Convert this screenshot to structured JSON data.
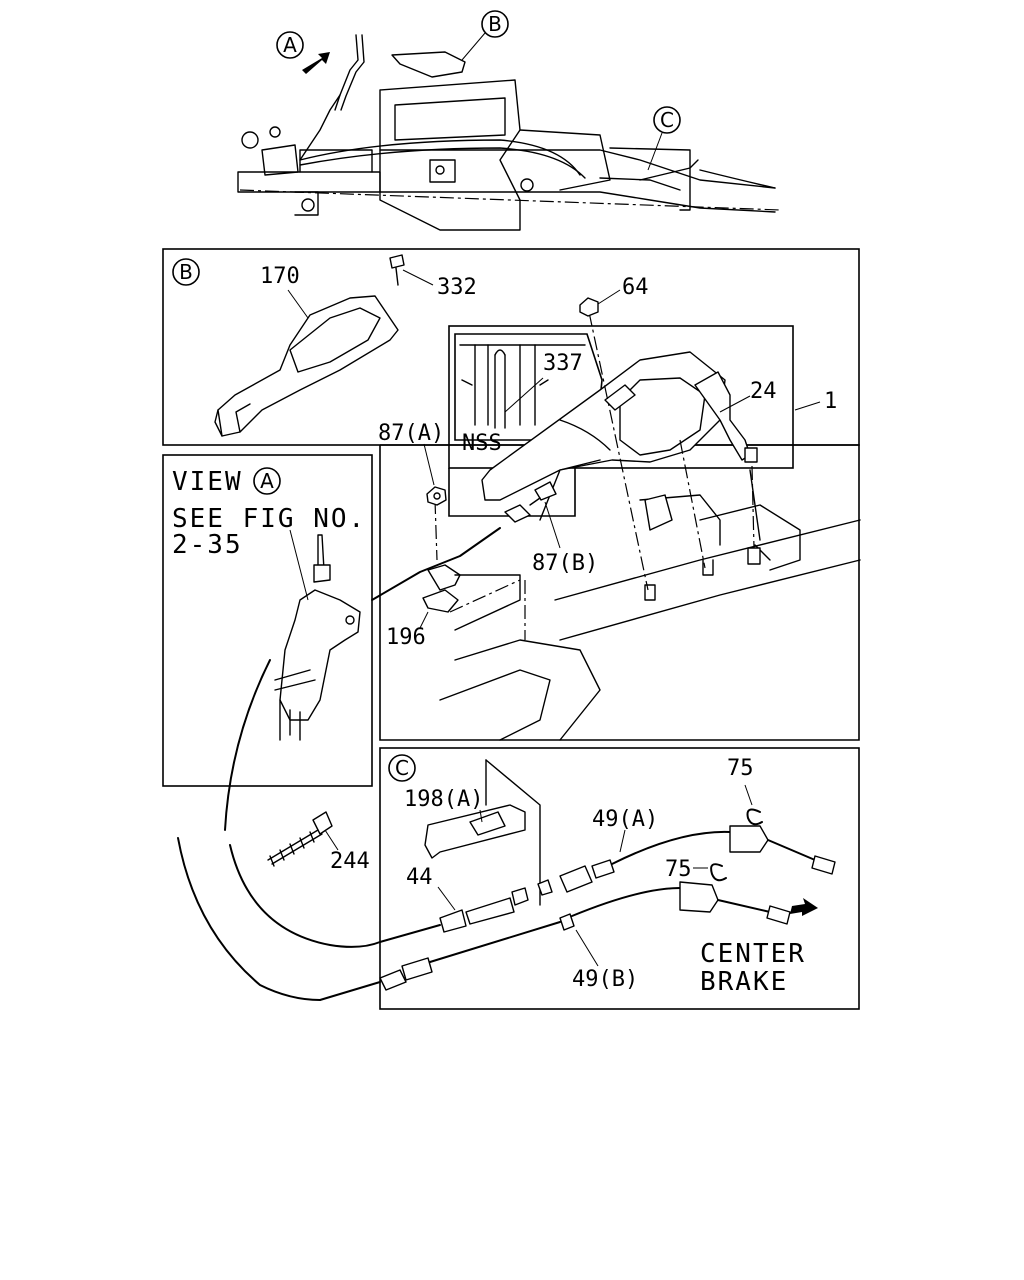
{
  "top_view": {
    "callouts": [
      "A",
      "B",
      "C"
    ]
  },
  "section_b": {
    "callout": "B",
    "parts": {
      "p170": "170",
      "p332": "332",
      "p64": "64",
      "p337": "337",
      "p24": "24",
      "p1": "1",
      "p87a": "87(A)",
      "p87b": "87(B)",
      "p196": "196"
    },
    "nss_label": "NSS"
  },
  "view_a": {
    "line1": "VIEW",
    "callout": "A",
    "line2": "SEE FIG NO.",
    "line3": "2-35"
  },
  "loose_parts": {
    "p244": "244"
  },
  "section_c": {
    "callout": "C",
    "parts": {
      "p198a": "198(A)",
      "p75_top": "75",
      "p75_mid": "75",
      "p49a": "49(A)",
      "p44": "44",
      "p49b": "49(B)"
    },
    "center_line1": "CENTER",
    "center_line2": "BRAKE"
  }
}
